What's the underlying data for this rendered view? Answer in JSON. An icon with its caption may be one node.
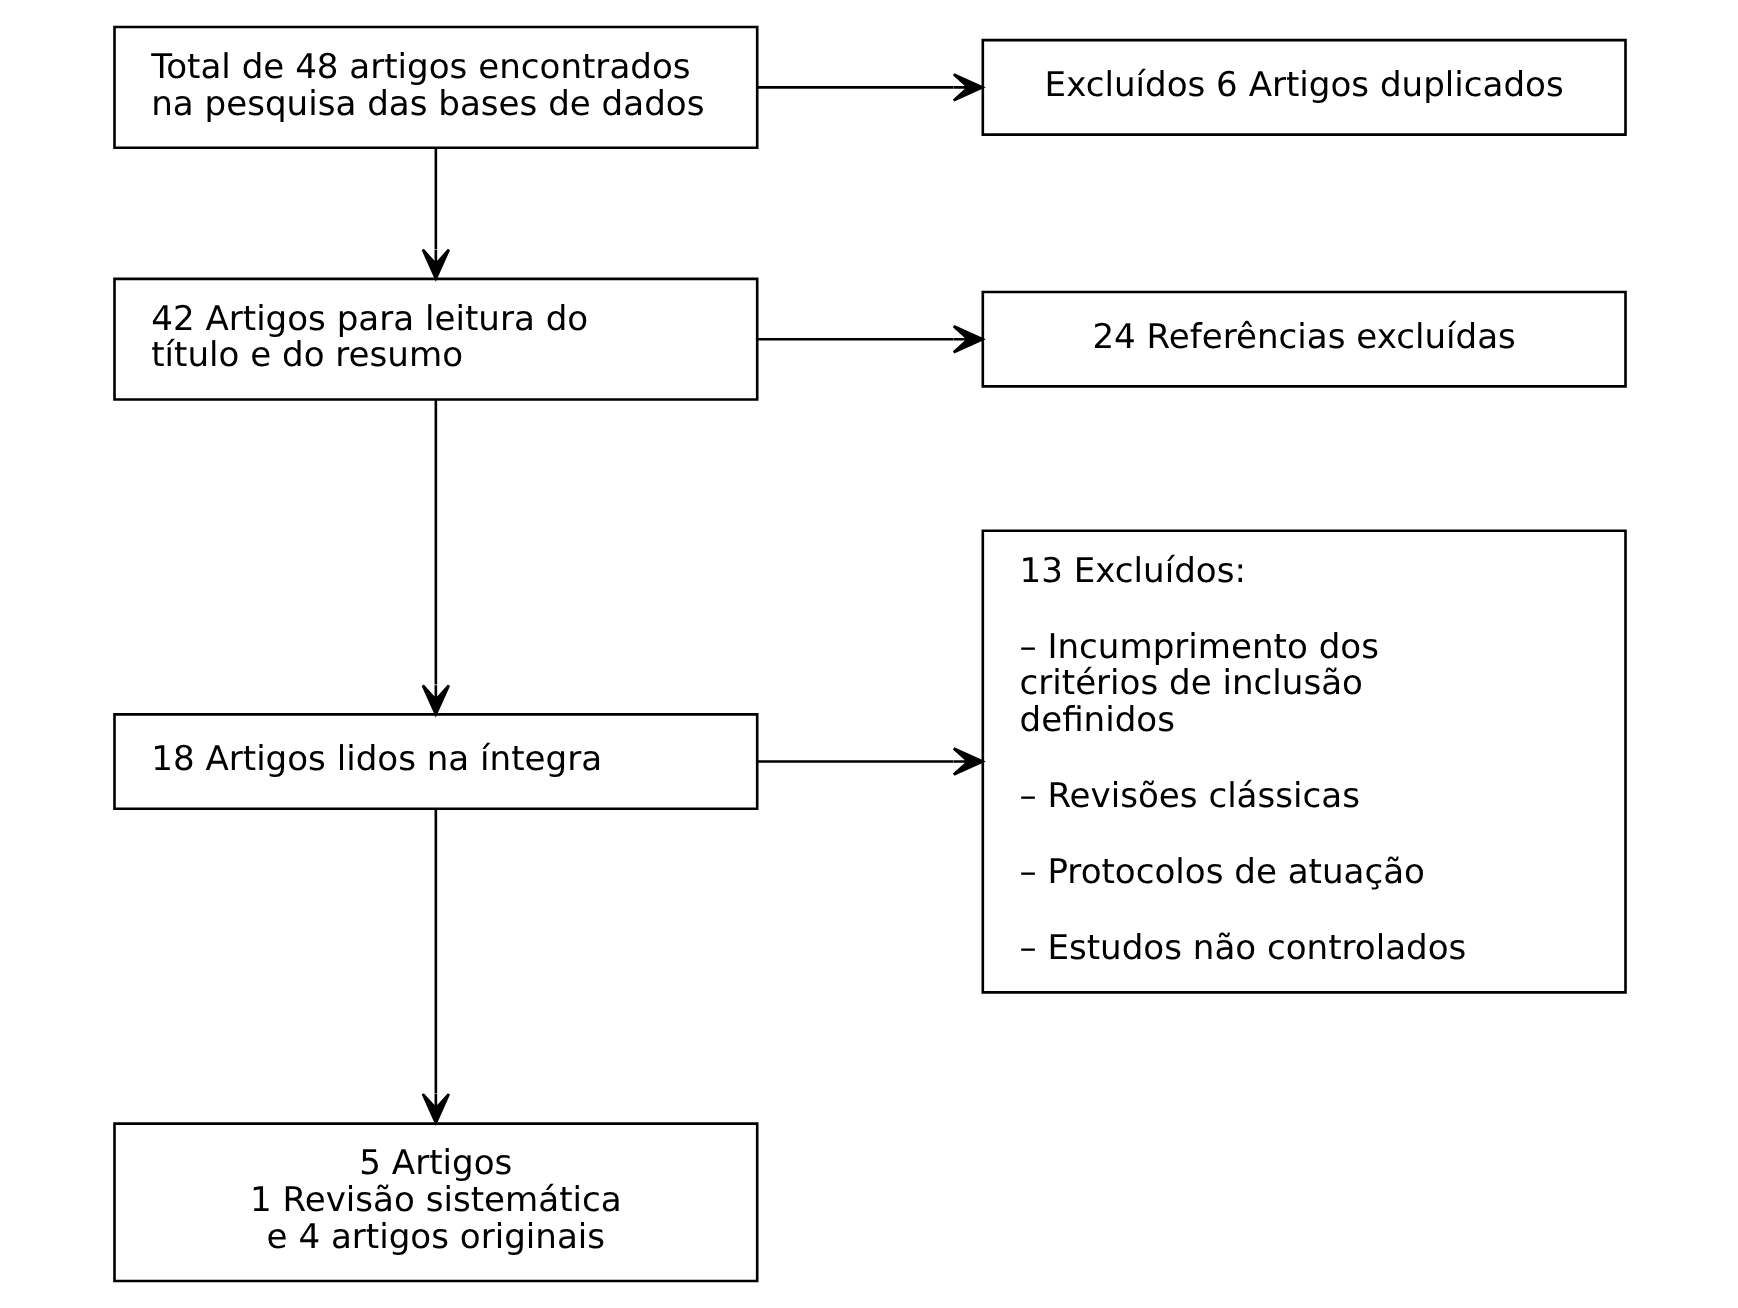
{
  "diagram": {
    "nodes": [
      {
        "text": [
          "Total de 48 artigos encontrados na pesquisa das bases de dados"
        ]
      },
      {
        "text": [
          "Excluídos 6 Artigos duplicados"
        ]
      },
      {
        "text": [
          "42 Artigos para leitura do título e do resumo"
        ]
      },
      {
        "text": [
          "24 Referências excluídas"
        ]
      },
      {
        "text": [
          "18 Artigos lidos na íntegra"
        ]
      },
      {
        "text": [
          "13 Excluídos:",
          "– Incumprimento dos critérios de inclusão definidos",
          "– Revisões clássicas",
          "– Protocolos de atuação",
          "– Estudos não controlados"
        ]
      },
      {
        "text": [
          "5 Artigos",
          "1 Revisão sistemática e 4 artigos originais"
        ]
      }
    ],
    "edges": [
      {
        "from": 0,
        "to": 1,
        "arrow": "to"
      },
      {
        "from": 0,
        "to": 2,
        "arrow": "to"
      },
      {
        "from": 2,
        "to": 3,
        "arrow": "to"
      },
      {
        "from": 2,
        "to": 4,
        "arrow": "to"
      },
      {
        "from": 4,
        "to": 5,
        "arrow": "to"
      },
      {
        "from": 4,
        "to": 6,
        "arrow": "to"
      }
    ]
  }
}
